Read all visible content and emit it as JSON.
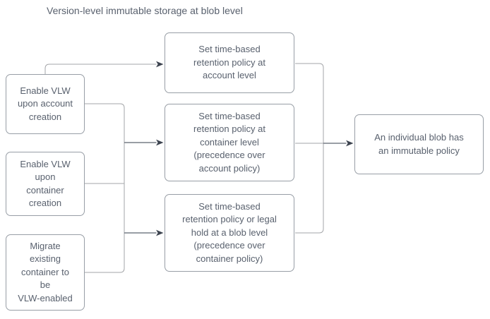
{
  "diagram": {
    "title": "Version-level immutable storage at blob level",
    "nodes": [
      {
        "id": "enable-vlw-account",
        "label": "Enable VLW\nupon account\ncreation"
      },
      {
        "id": "enable-vlw-container",
        "label": "Enable VLW\nupon\ncontainer\ncreation"
      },
      {
        "id": "migrate-existing",
        "label": "Migrate\nexisting\ncontainer to\nbe\nVLW-enabled"
      },
      {
        "id": "retention-account",
        "label": "Set time-based\nretention policy at\naccount level"
      },
      {
        "id": "retention-container",
        "label": "Set time-based\nretention policy at\ncontainer level\n(precedence over\naccount policy)"
      },
      {
        "id": "retention-blob",
        "label": "Set time-based\nretention policy or legal\nhold at a blob level\n(precedence over\ncontainer policy)"
      },
      {
        "id": "blob-immutable",
        "label": "An individual blob has\nan immutable policy"
      }
    ],
    "edges": [
      {
        "from": "enable-vlw-account",
        "to": "retention-account"
      },
      {
        "from": "enable-vlw-account",
        "to": "retention-container"
      },
      {
        "from": "enable-vlw-container",
        "to": "retention-container"
      },
      {
        "from": "enable-vlw-account",
        "to": "retention-blob"
      },
      {
        "from": "enable-vlw-container",
        "to": "retention-blob"
      },
      {
        "from": "migrate-existing",
        "to": "retention-blob"
      },
      {
        "from": "retention-account",
        "to": "blob-immutable"
      },
      {
        "from": "retention-container",
        "to": "blob-immutable"
      },
      {
        "from": "retention-blob",
        "to": "blob-immutable"
      }
    ]
  },
  "palette": {
    "bg": "#ffffff",
    "box-border": "#989ea6",
    "box-text": "#59616e",
    "line": "#a3a5a8",
    "line-dark": "#5c646f",
    "arrowhead": "#3c434f"
  }
}
